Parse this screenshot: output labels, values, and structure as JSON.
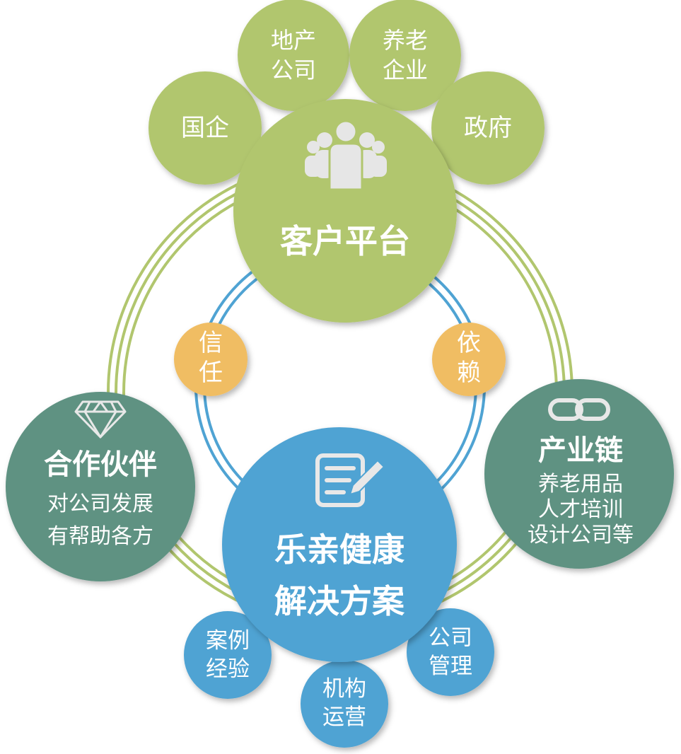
{
  "hub": {
    "title": "客户平台",
    "color": "#B1C66E",
    "satellites": [
      {
        "lines": [
          "国企"
        ]
      },
      {
        "lines": [
          "地产",
          "公司"
        ]
      },
      {
        "lines": [
          "养老",
          "企业"
        ]
      },
      {
        "lines": [
          "政府"
        ]
      }
    ]
  },
  "trust_badge": {
    "lines": [
      "信",
      "任"
    ],
    "color": "#F0BD63"
  },
  "reliance_badge": {
    "lines": [
      "依",
      "赖"
    ],
    "color": "#F0BD63"
  },
  "partners": {
    "title": "合作伙伴",
    "desc": [
      "对公司发展",
      "有帮助各方"
    ],
    "color": "#5E9282",
    "icon": "diamond-icon"
  },
  "industry_chain": {
    "title": "产业链",
    "desc": [
      "养老用品",
      "人才培训",
      "设计公司等"
    ],
    "color": "#5E9282",
    "icon": "chain-link-icon"
  },
  "solution": {
    "title_lines": [
      "乐亲健康",
      "解决方案"
    ],
    "color": "#4FA3D3",
    "icon": "document-pen-icon",
    "satellites": [
      {
        "lines": [
          "案例",
          "经验"
        ]
      },
      {
        "lines": [
          "机构",
          "运营"
        ]
      },
      {
        "lines": [
          "公司",
          "管理"
        ]
      }
    ]
  },
  "hub_icon": "people-group-icon",
  "ring_colors": {
    "outer": "#B1C66E",
    "inner": "#4FA3D3"
  }
}
